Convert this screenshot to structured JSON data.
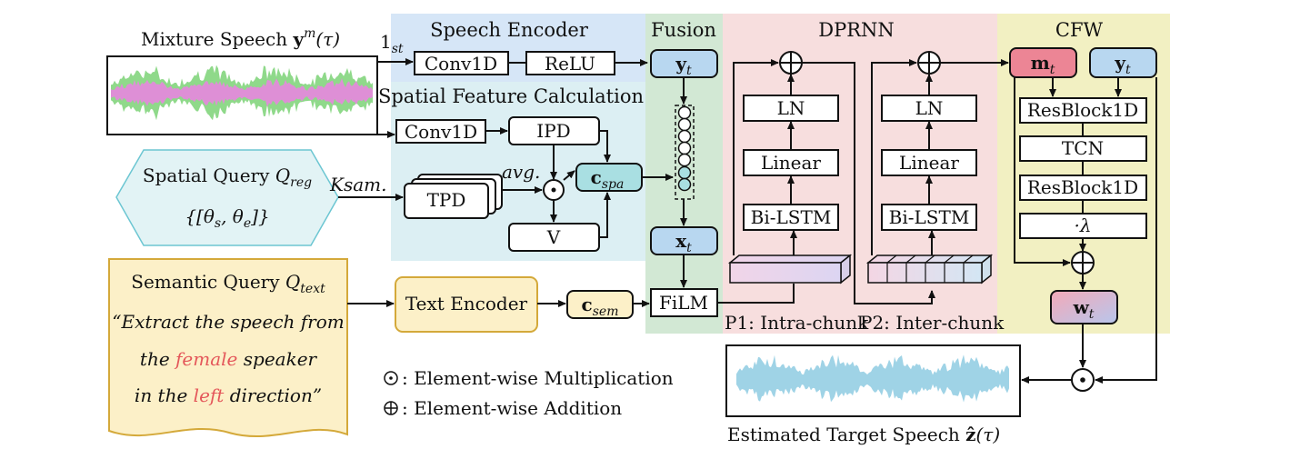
{
  "sections": {
    "speech_encoder": "Speech Encoder",
    "spatial_feature": "Spatial Feature Calculation",
    "fusion": "Fusion",
    "dprnn": "DPRNN",
    "cfw": "CFW"
  },
  "inputs": {
    "mixture_label": "Mixture Speech ",
    "mixture_math": "y",
    "mixture_sup": "m",
    "mixture_arg": "(τ)",
    "first_ch": "1",
    "first_ch_sub": "st",
    "spatial_query": "Spatial Query ",
    "spatial_q": "Q",
    "spatial_q_sub": "reg",
    "spatial_range": "{[θ",
    "theta_s_sub": "s",
    "theta_comma": ", θ",
    "theta_e_sub": "e",
    "spatial_range_end": "]}",
    "ksam": "Ksam.",
    "semantic_query": "Semantic Query ",
    "semantic_q": "Q",
    "semantic_q_sub": "text",
    "prompt_line1": "“Extract the speech from",
    "prompt_line2_a": "the ",
    "prompt_line2_b": "female",
    "prompt_line2_c": " speaker",
    "prompt_line3_a": "in the ",
    "prompt_line3_b": "left",
    "prompt_line3_c": " direction”"
  },
  "blocks": {
    "conv1d_a": "Conv1D",
    "relu": "ReLU",
    "conv1d_b": "Conv1D",
    "ipd": "IPD",
    "tpd": "TPD",
    "v": "V",
    "avg": "avg.",
    "c_spa": "c",
    "c_spa_sub": "spa",
    "y_t": "y",
    "y_t_sub": "t",
    "x_t": "x",
    "x_t_sub": "t",
    "film": "FiLM",
    "text_encoder": "Text Encoder",
    "c_sem": "c",
    "c_sem_sub": "sem",
    "ln1": "LN",
    "linear1": "Linear",
    "bilstm1": "Bi-LSTM",
    "ln2": "LN",
    "linear2": "Linear",
    "bilstm2": "Bi-LSTM",
    "p1": "P1: Intra-chunk",
    "p2": "P2: Inter-chunk",
    "m_t": "m",
    "m_t_sub": "t",
    "y_t2": "y",
    "y_t2_sub": "t",
    "resblock1": "ResBlock1D",
    "tcn": "TCN",
    "resblock2": "ResBlock1D",
    "lambda": "·λ",
    "w_t": "w",
    "w_t_sub": "t"
  },
  "legend": {
    "mult": ": Element-wise Multiplication",
    "add": ": Element-wise Addition"
  },
  "output": {
    "label": "Estimated Target Speech ",
    "math": "ẑ",
    "arg": "(τ)"
  },
  "colors": {
    "speech_encoder_bg": "#d6e6f7",
    "spatial_bg": "#dceff3",
    "fusion_bg": "#d2e8d4",
    "dprnn_bg": "#f7dede",
    "cfw_bg": "#f2f0c2",
    "query_spatial_fill": "#e2f3f5",
    "query_semantic_fill": "#fcf0c8",
    "semantic_border": "#d4a93a",
    "highlight_red": "#e4575a",
    "wave_green": "#8fd98a",
    "wave_pink": "#de8fd6",
    "wave_blue": "#9fd3e6"
  }
}
